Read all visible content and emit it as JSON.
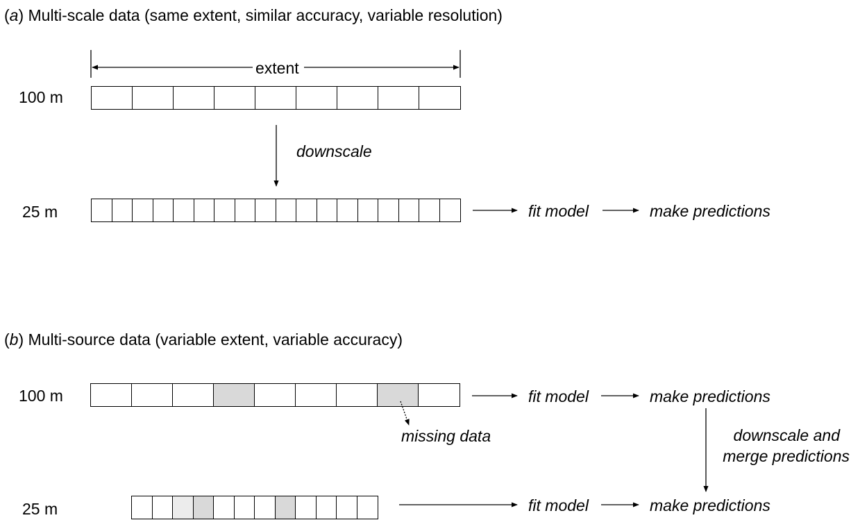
{
  "colors": {
    "stroke": "#000000",
    "missing": "#d9d9d9",
    "missing_light": "#ececec",
    "background": "#ffffff"
  },
  "panel_a": {
    "title_prefix": "(",
    "title_letter": "a",
    "title_rest": ") Multi-scale data (same extent, similar accuracy, variable resolution)",
    "extent_label": "extent",
    "row_100_label": "100 m",
    "row_25_label": "25 m",
    "downscale_label": "downscale",
    "fit_model_label": "fit model",
    "make_predictions_label": "make predictions",
    "row_100_cells": [
      "data",
      "data",
      "data",
      "data",
      "data",
      "data",
      "data",
      "data",
      "data"
    ],
    "row_25_cells": [
      "data",
      "data",
      "data",
      "data",
      "data",
      "data",
      "data",
      "data",
      "data",
      "data",
      "data",
      "data",
      "data",
      "data",
      "data",
      "data",
      "data",
      "data"
    ]
  },
  "panel_b": {
    "title_prefix": "(",
    "title_letter": "b",
    "title_rest": ") Multi-source data (variable extent, variable accuracy)",
    "row_100_label": "100 m",
    "row_25_label": "25 m",
    "fit_model_label_1": "fit model",
    "make_predictions_label_1": "make predictions",
    "missing_data_label": "missing data",
    "downscale_merge_label_line1": "downscale and",
    "downscale_merge_label_line2": "merge predictions",
    "fit_model_label_2": "fit model",
    "make_predictions_label_2": "make predictions",
    "row_100_cells": [
      "data",
      "data",
      "data",
      "missing",
      "data",
      "data",
      "data",
      "missing",
      "data"
    ],
    "row_25_cells": [
      "data",
      "data",
      "missing-light",
      "missing",
      "data",
      "data",
      "data",
      "missing",
      "data",
      "data",
      "data",
      "data"
    ]
  }
}
